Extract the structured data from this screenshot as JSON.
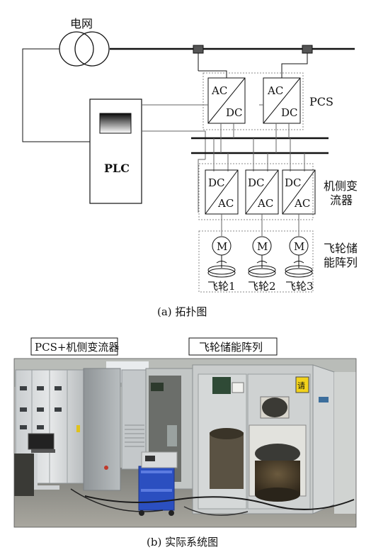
{
  "topology": {
    "grid_label": "电网",
    "plc_label": "PLC",
    "pcs_label": "PCS",
    "converter_group_label_line1": "机侧变",
    "converter_group_label_line2": "流器",
    "flywheel_array_label_line1": "飞轮储",
    "flywheel_array_label_line2": "能阵列",
    "ac_text": "AC",
    "dc_text": "DC",
    "motor_text": "M",
    "flywheels": [
      "飞轮1",
      "飞轮2",
      "飞轮3"
    ],
    "caption": "(a) 拓扑图"
  },
  "photo": {
    "label_left": "PCS+机侧变流器",
    "label_right": "飞轮储能阵列",
    "sign_text": "请",
    "caption": "(b) 实际系统图"
  }
}
